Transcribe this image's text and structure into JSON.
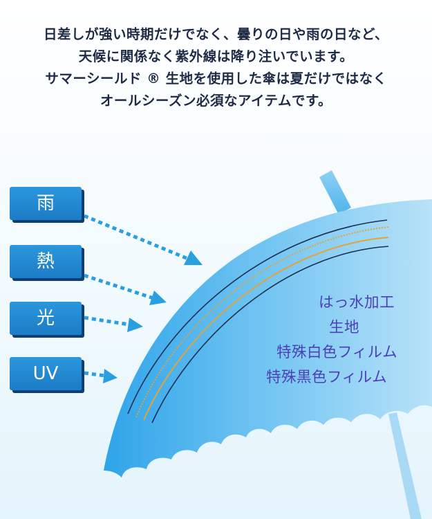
{
  "intro": {
    "lines": [
      "日差しが強い時期だけでなく、曇りの日や雨の日など、",
      "天候に関係なく紫外線は降り注いでいます。",
      "サマーシールド ® 生地を使用した傘は夏だけではなく",
      "オールシーズン必須なアイテムです。"
    ]
  },
  "hazards": [
    {
      "label": "雨"
    },
    {
      "label": "熱"
    },
    {
      "label": "光"
    },
    {
      "label": "UV"
    }
  ],
  "layers": [
    {
      "label": "はっ水加工"
    },
    {
      "label": "生地"
    },
    {
      "label": "特殊白色フィルム"
    },
    {
      "label": "特殊黒色フィルム"
    }
  ],
  "colors": {
    "text": "#1d2b45",
    "tag": "#1f86cf",
    "tag_shadow": "#0e3e78",
    "arrow": "#2a9fdf",
    "canopy": "#49b1ec",
    "layer_text": "#4c40b6",
    "stripe_gold": "#e3a23a",
    "stripe_dark": "#1c2f52"
  }
}
